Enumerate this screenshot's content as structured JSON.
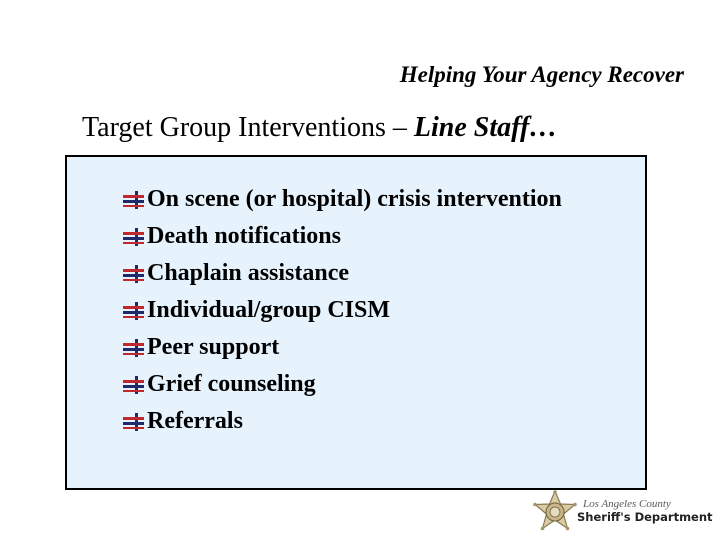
{
  "header": {
    "title": "Helping Your Agency Recover"
  },
  "slide": {
    "title_prefix": "Target Group Interventions – ",
    "title_emphasis": "Line Staff…"
  },
  "bullets": [
    "On scene (or hospital) crisis intervention",
    "Death notifications",
    "Chaplain assistance",
    "Individual/group CISM",
    "Peer support",
    "Grief counseling",
    "Referrals"
  ],
  "logo": {
    "county": "Los Angeles County",
    "department": "Sheriff's Department"
  },
  "colors": {
    "box_background": "#e6f3fd",
    "bullet_red": "#c0282d",
    "bullet_navy": "#1f2a6b",
    "badge_gold": "#c9b78a"
  },
  "icons": {
    "bullet": "stacked-bar-bullet-icon",
    "logo": "sheriff-star-badge-icon"
  }
}
